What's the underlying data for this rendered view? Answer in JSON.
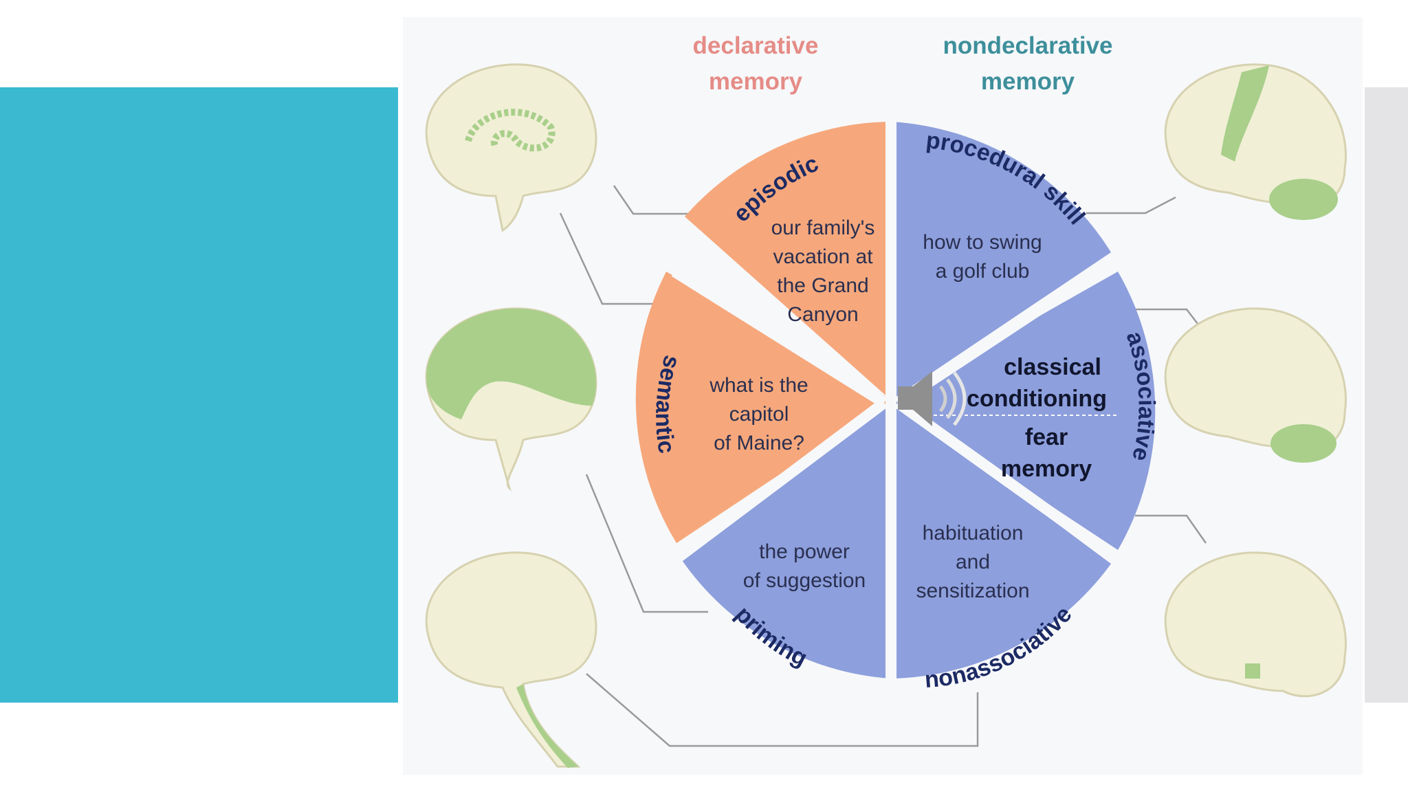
{
  "colors": {
    "teal": "#3bb9d1",
    "declarative": "#f6a87c",
    "nondeclarative": "#8d9fdc",
    "declarative_title": "#e58c86",
    "nondeclarative_title": "#3d8f9b",
    "brain": "#f1efd6",
    "brain_highlight": "#a9cf8b"
  },
  "headers": {
    "declarative": [
      "declarative",
      "memory"
    ],
    "nondeclarative": [
      "nondeclarative",
      "memory"
    ]
  },
  "segments": {
    "episodic": {
      "label": "episodic",
      "example": [
        "our family's",
        "vacation at",
        "the Grand",
        "Canyon"
      ]
    },
    "semantic": {
      "label": "semantic",
      "example": [
        "what is the",
        "capitol",
        "of Maine?"
      ]
    },
    "priming": {
      "label": "priming",
      "example": [
        "the power",
        "of suggestion"
      ]
    },
    "procedural": {
      "label": "procedural skill",
      "example": [
        "how to swing",
        "a golf club"
      ]
    },
    "associative": {
      "label": "associative",
      "example_top": [
        "classical",
        "conditioning"
      ],
      "example_bottom": [
        "fear",
        "memory"
      ]
    },
    "nonassociative": {
      "label": "nonassociative",
      "example": [
        "habituation",
        "and",
        "sensitization"
      ]
    }
  },
  "icons": {
    "speaker": "speaker-icon",
    "brain": "brain-icon"
  }
}
